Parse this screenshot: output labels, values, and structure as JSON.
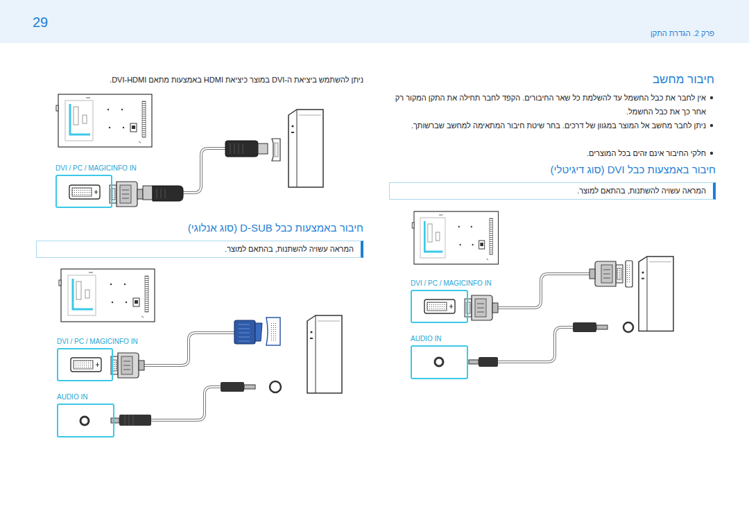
{
  "diagram": {
    "title": "חיבור מחשב",
    "nodes": [
      {
        "text": [
          "המראה עשויה להשתנות, בהתאם למוצר."
        ]
      },
      {
        "text": [
          "המראה עשויה להשתנות, בהתאם למוצר."
        ]
      },
      {
        "text": [
          "DVI / PC / MAGICINFO IN"
        ]
      },
      {
        "text": [
          "AUDIO IN"
        ]
      },
      {
        "text": [
          "DVI / PC / MAGICINFO IN"
        ]
      },
      {
        "text": [
          "DVI / PC / MAGICINFO IN"
        ]
      },
      {
        "text": [
          "AUDIO IN"
        ]
      }
    ],
    "labels": [
      "29",
      "פרק 2. הגדרת התקן",
      "אין לחבר את כבל החשמל עד להשלמת כל שאר החיבורים. הקפד לחבר תחילה את התקן המקור רק אחר כך את כבל החשמל.",
      "ניתן לחבר מחשב אל המוצר במגוון של דרכים. בחר שיטת חיבור המתאימה למחשב שברשותך.",
      "חלקי החיבור אינם זהים בכל המוצרים.",
      "חיבור באמצעות כבל DVI (סוג דיגיטלי)",
      "ניתן להשתמש ביציאת ה-DVI במוצר כיציאת HDMI באמצעות מתאם DVI-HDMI.",
      "חיבור באמצעות כבל D-SUB (סוג אנלוגי)"
    ]
  }
}
